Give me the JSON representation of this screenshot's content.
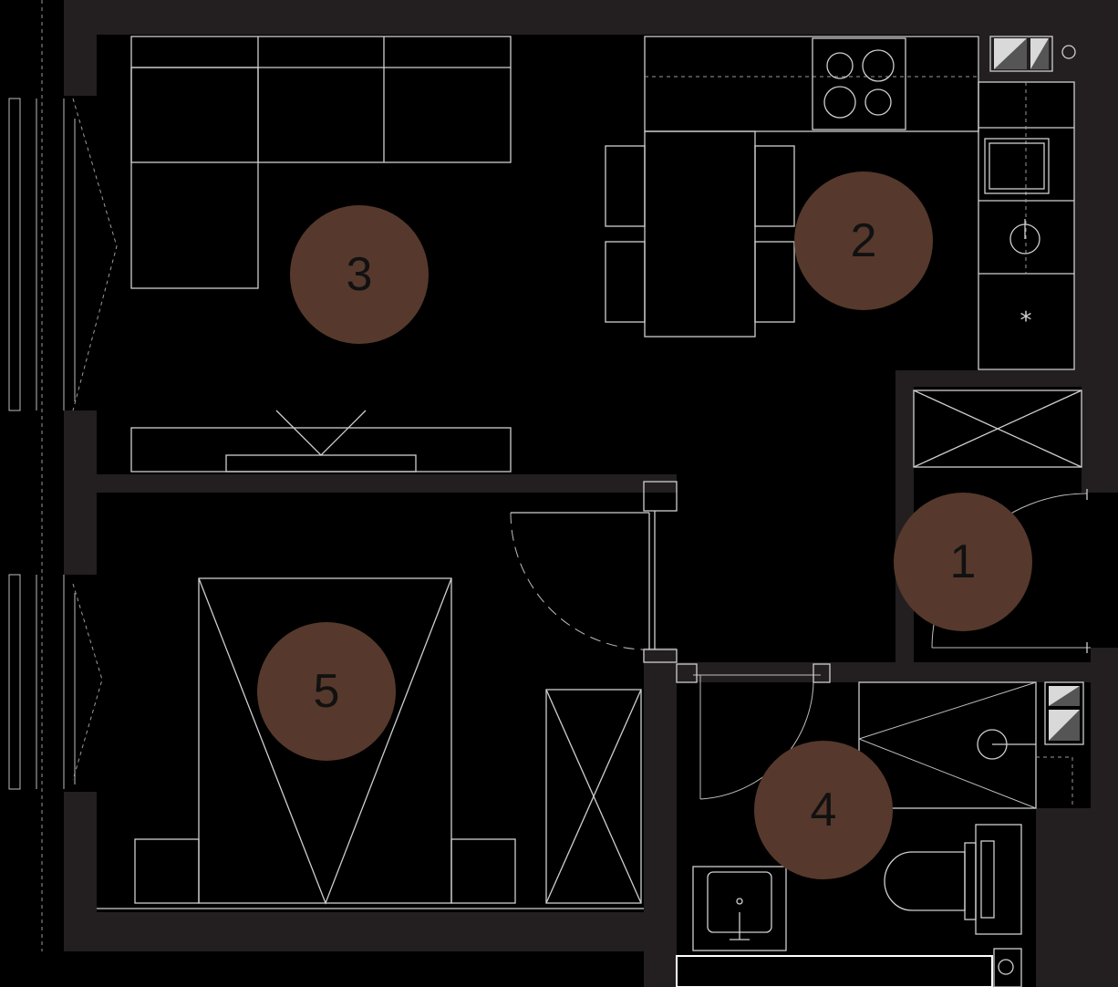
{
  "plan": {
    "rooms": [
      {
        "id": "room-1",
        "label": "1"
      },
      {
        "id": "room-2",
        "label": "2"
      },
      {
        "id": "room-3",
        "label": "3"
      },
      {
        "id": "room-4",
        "label": "4"
      },
      {
        "id": "room-5",
        "label": "5"
      }
    ],
    "symbols": {
      "fridge_mark": "*"
    },
    "colors": {
      "background": "#000000",
      "wall": "#231f20",
      "room_marker": "#56392c",
      "line": "#cfcfcf"
    }
  }
}
